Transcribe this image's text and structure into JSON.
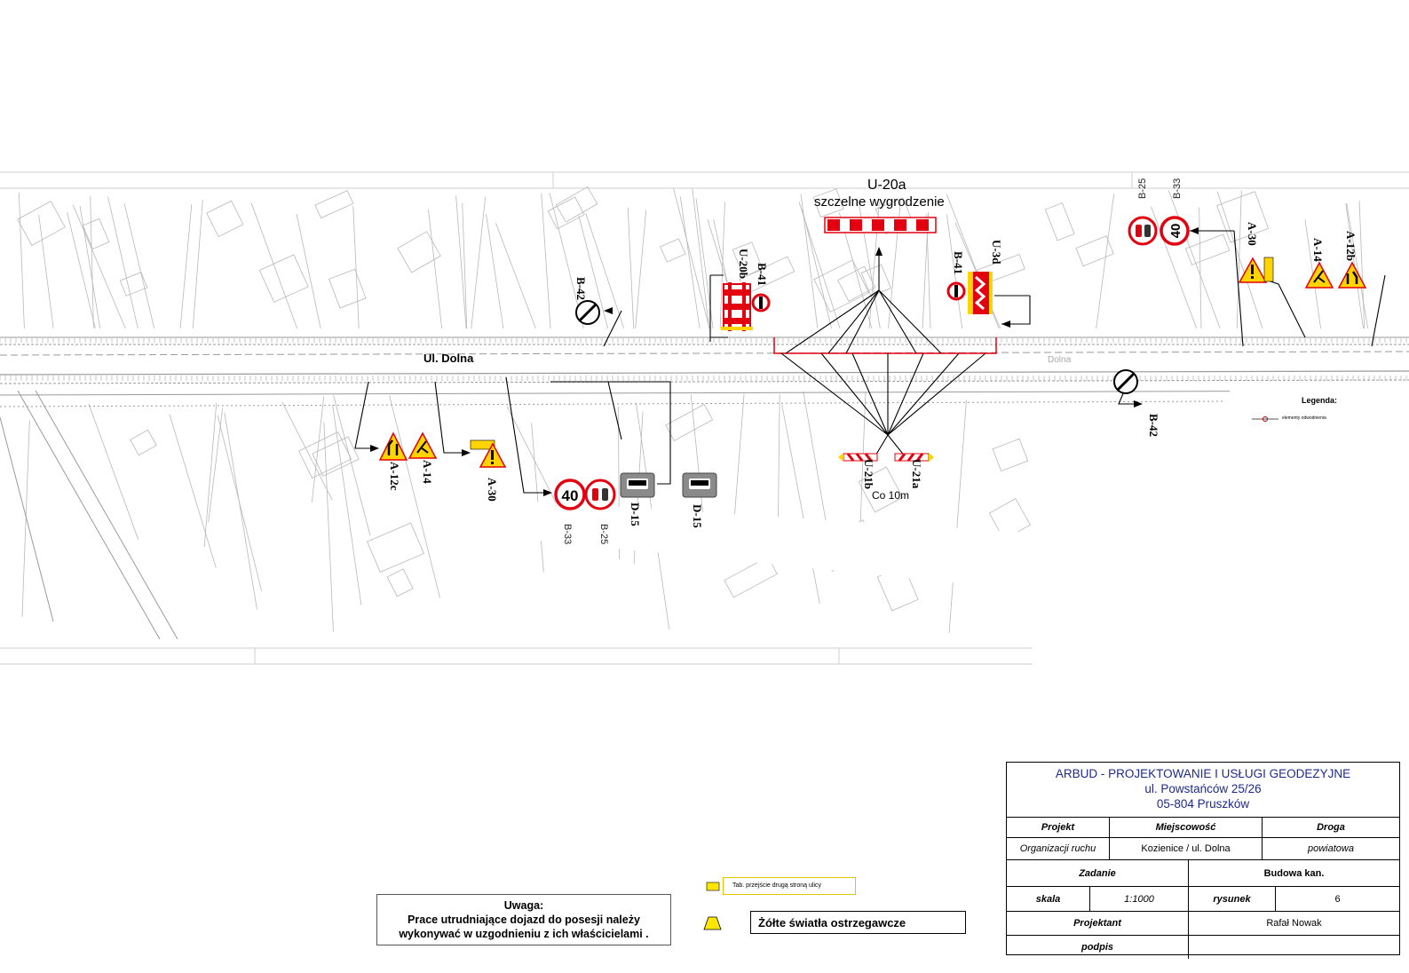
{
  "map": {
    "street_label": "Ul. Dolna",
    "street_label_faint": "Dolna",
    "barrier_heading": "U-20a",
    "barrier_subheading": "szczelne wygrodzenie",
    "spacing_note": "Co 10m",
    "legend_box_title": "Legenda:",
    "legend_box_item": "elementy odwodnienia"
  },
  "signs": {
    "b42_upper": "B-42",
    "u20b": "U-20b",
    "b41_a": "B-41",
    "b41_b": "B-41",
    "u3d": "U-3d",
    "b25_upper": "B-25",
    "b33_upper": "B-33",
    "a30_upper": "A-30",
    "a14_upper": "A-14",
    "a12b_upper": "A-12b",
    "b42_lower": "B-42",
    "a12c": "A-12c",
    "a14_lower": "A-14",
    "a30_lower": "A-30",
    "b33_lower": "B-33",
    "b25_lower": "B-25",
    "d15_a": "D-15",
    "d15_b": "D-15",
    "u21b": "U-21b",
    "u21a": "U-21a",
    "speed_value": "40"
  },
  "legend": {
    "plate_label": "Tab. przejście drugą stroną ulicy",
    "lights_label": "Żółte światła ostrzegawcze"
  },
  "note": {
    "title": "Uwaga:",
    "line1": "Prace utrudniające dojazd do posesji należy",
    "line2": "wykonywać w uzgodnieniu z ich właścicielami ."
  },
  "titleblock": {
    "company": "ARBUD - PROJEKTOWANIE I USŁUGI GEODEZYJNE",
    "address1": "ul. Powstańców 25/26",
    "address2": "05-804 Pruszków",
    "projekt_label": "Projekt",
    "miejscowosc_label": "Miejscowość",
    "droga_label": "Droga",
    "projekt_value": "Organizacji ruchu",
    "miejscowosc_value": "Kozienice / ul. Dolna",
    "droga_value": "powiatowa",
    "zadanie_label": "Zadanie",
    "zadanie_value": "Budowa kan.",
    "skala_label": "skala",
    "skala_value": "1:1000",
    "rysunek_label": "rysunek",
    "rysunek_value": "6",
    "projektant_label": "Projektant",
    "projektant_value": "Rafał Nowak",
    "podpis_label": "podpis",
    "podpis_value": ""
  },
  "colors": {
    "sign_red": "#e3000f",
    "sign_yellow": "#ffd400",
    "title_blue": "#1e2a8c",
    "map_line": "#b8b8b8",
    "d15_grey": "#8a8a8a"
  }
}
